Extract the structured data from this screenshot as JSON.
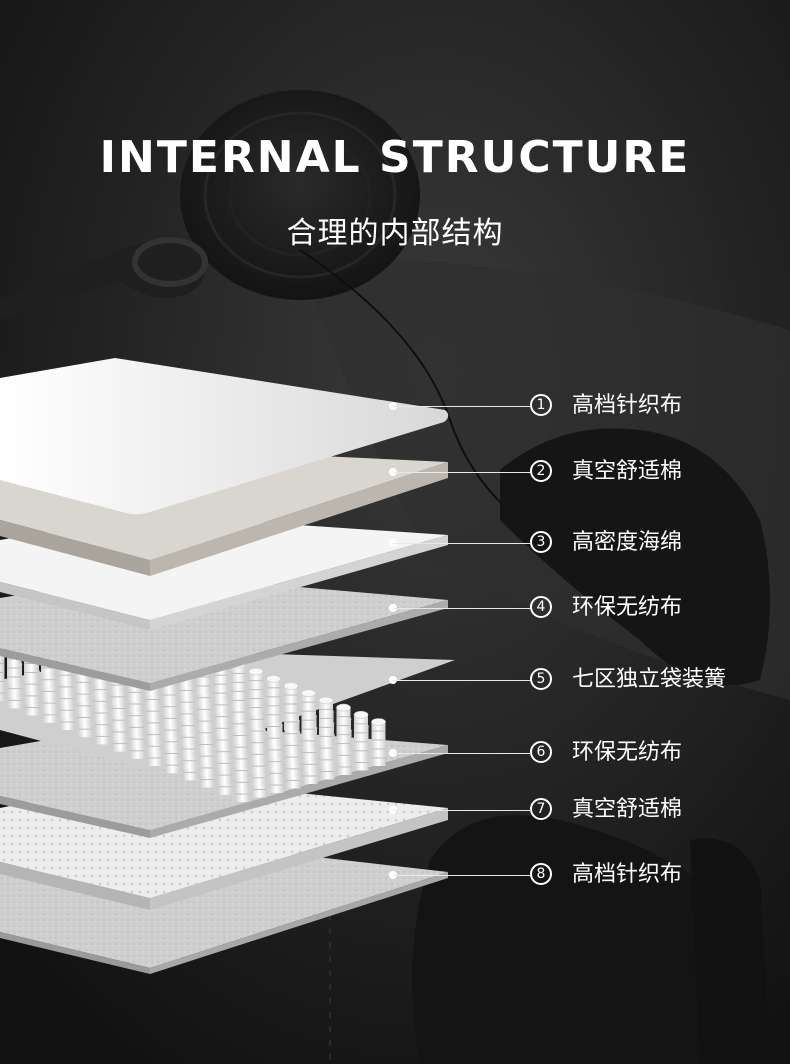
{
  "header": {
    "title": "INTERNAL STRUCTURE",
    "subtitle": "合理的内部结构"
  },
  "layers": [
    {
      "num": "1",
      "label": "高档针织布"
    },
    {
      "num": "2",
      "label": "真空舒适棉"
    },
    {
      "num": "3",
      "label": "高密度海绵"
    },
    {
      "num": "4",
      "label": "环保无纺布"
    },
    {
      "num": "5",
      "label": "七区独立袋装簧"
    },
    {
      "num": "6",
      "label": "环保无纺布"
    },
    {
      "num": "7",
      "label": "真空舒适棉"
    },
    {
      "num": "8",
      "label": "高档针织布"
    }
  ],
  "colors": {
    "background": "#1b1b1b",
    "text": "#ffffff"
  }
}
